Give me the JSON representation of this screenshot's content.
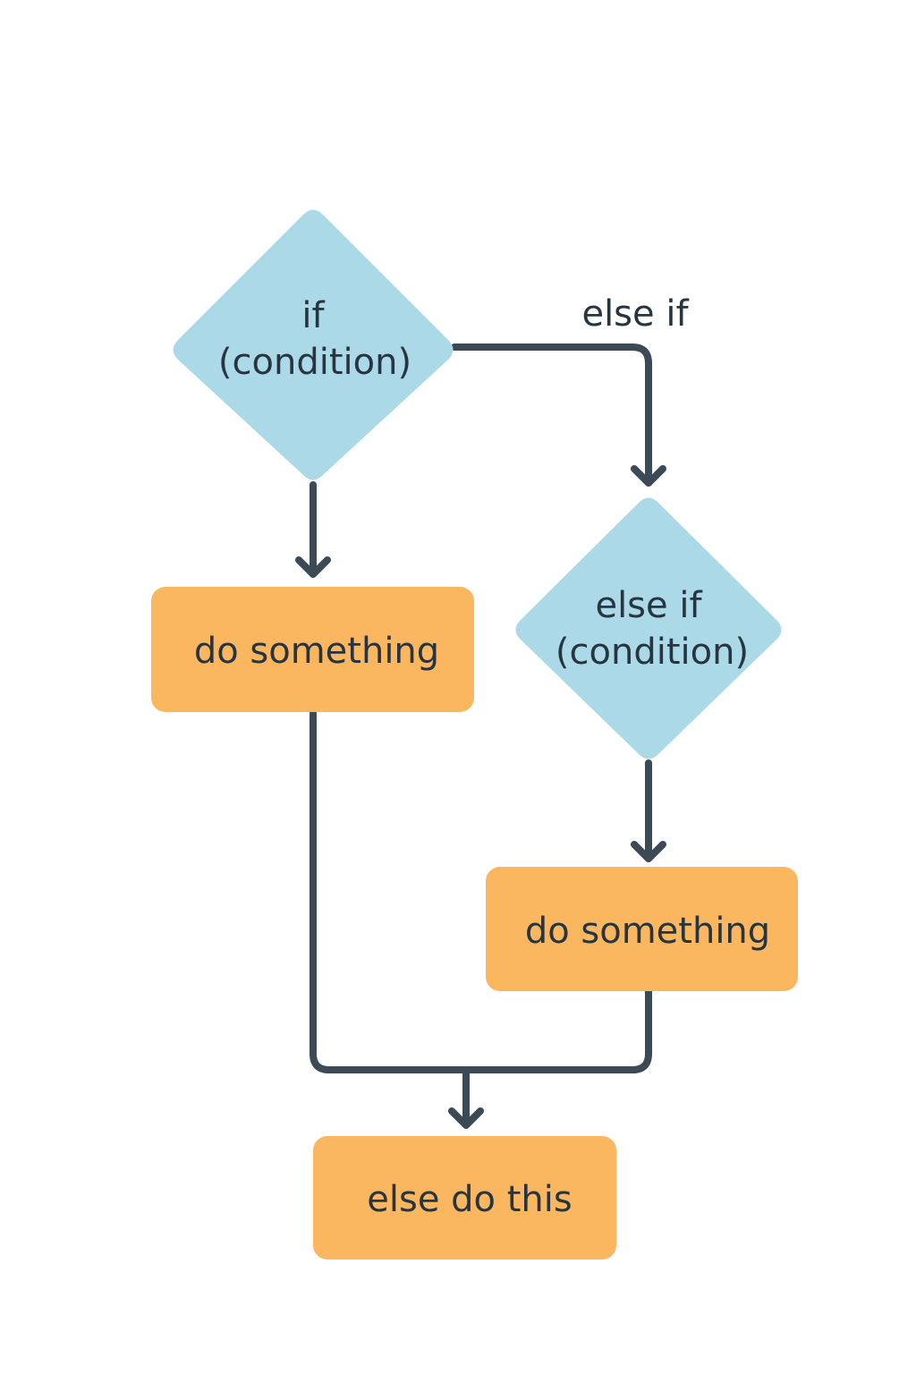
{
  "colors": {
    "background": "#ffffff",
    "decision_fill": "#acd9e8",
    "action_fill": "#fbb660",
    "line": "#3b4a55",
    "text": "#263540"
  },
  "nodes": {
    "if_decision": {
      "line1": "if",
      "line2": "(condition)"
    },
    "do_something_1": {
      "label": "do something"
    },
    "else_if_decision": {
      "line1": "else if",
      "line2": "(condition)"
    },
    "do_something_2": {
      "label": "do something"
    },
    "else_do_this": {
      "label": "else do this"
    }
  },
  "edges": {
    "else_if_label": "else if"
  }
}
